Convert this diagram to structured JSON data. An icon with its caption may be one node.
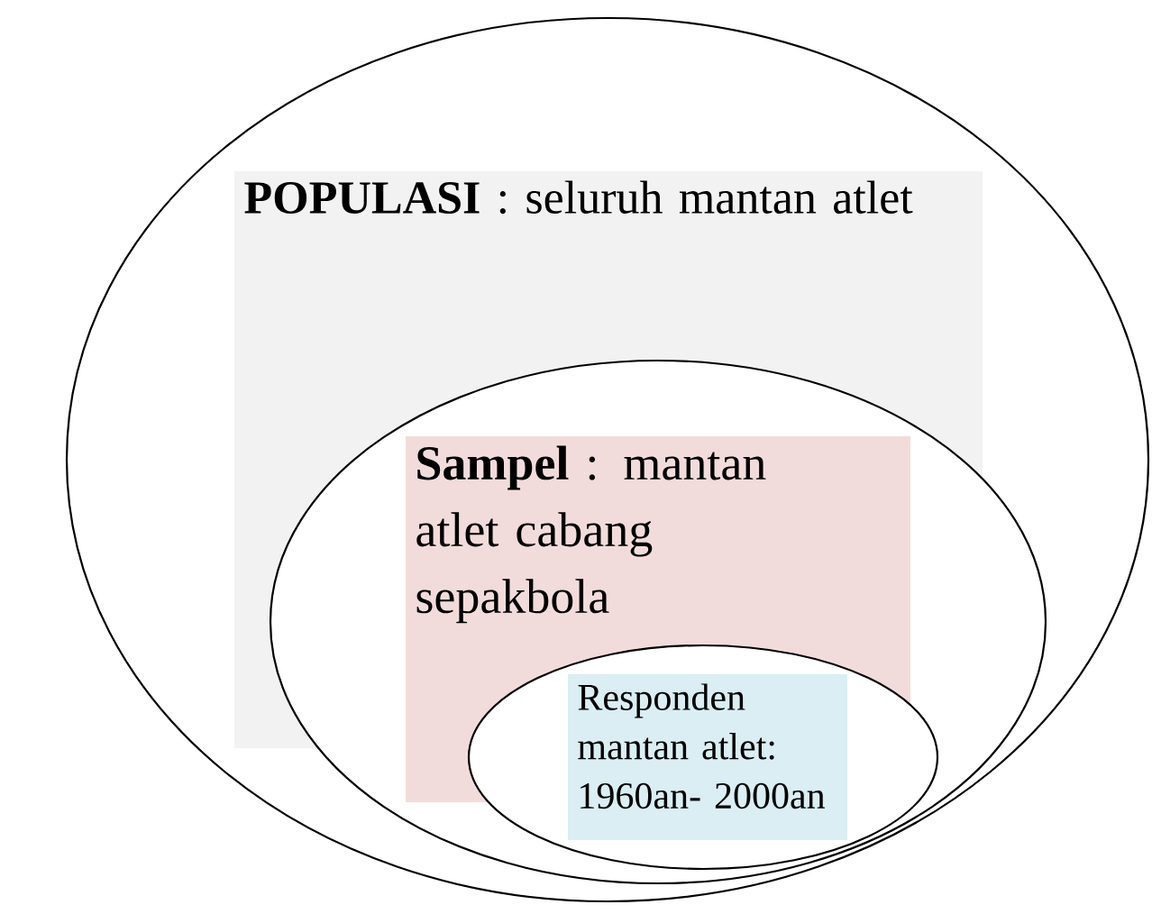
{
  "diagram": {
    "nodes": [
      {
        "text": [
          "**POPULASI** : seluruh mantan atlet"
        ]
      },
      {
        "text": [
          "**Sampel** : mantan atlet cabang sepakbola"
        ],
        "in": 0
      },
      {
        "text": [
          "Responden mantan atlet: 1960an- 2000an"
        ],
        "in": 1
      }
    ]
  }
}
